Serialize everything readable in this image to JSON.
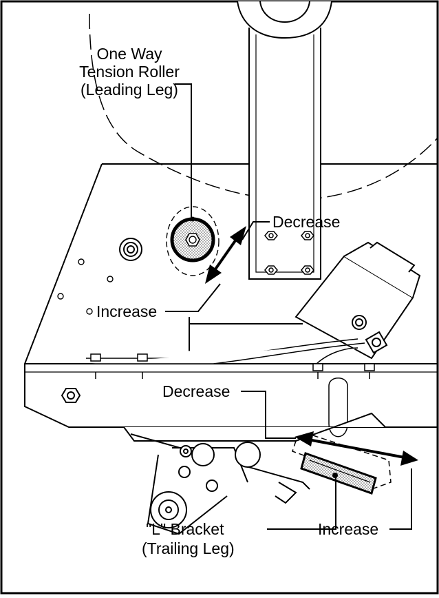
{
  "labels": {
    "tension_roller_line1": "One Way",
    "tension_roller_line2": "Tension Roller",
    "tension_roller_line3": "(Leading Leg)",
    "upper_decrease": "Decrease",
    "upper_increase": "Increase",
    "lower_decrease": "Decrease",
    "lower_increase": "Increase",
    "bracket_line1": "\"L\" Bracket",
    "bracket_line2": "(Trailing Leg)"
  }
}
